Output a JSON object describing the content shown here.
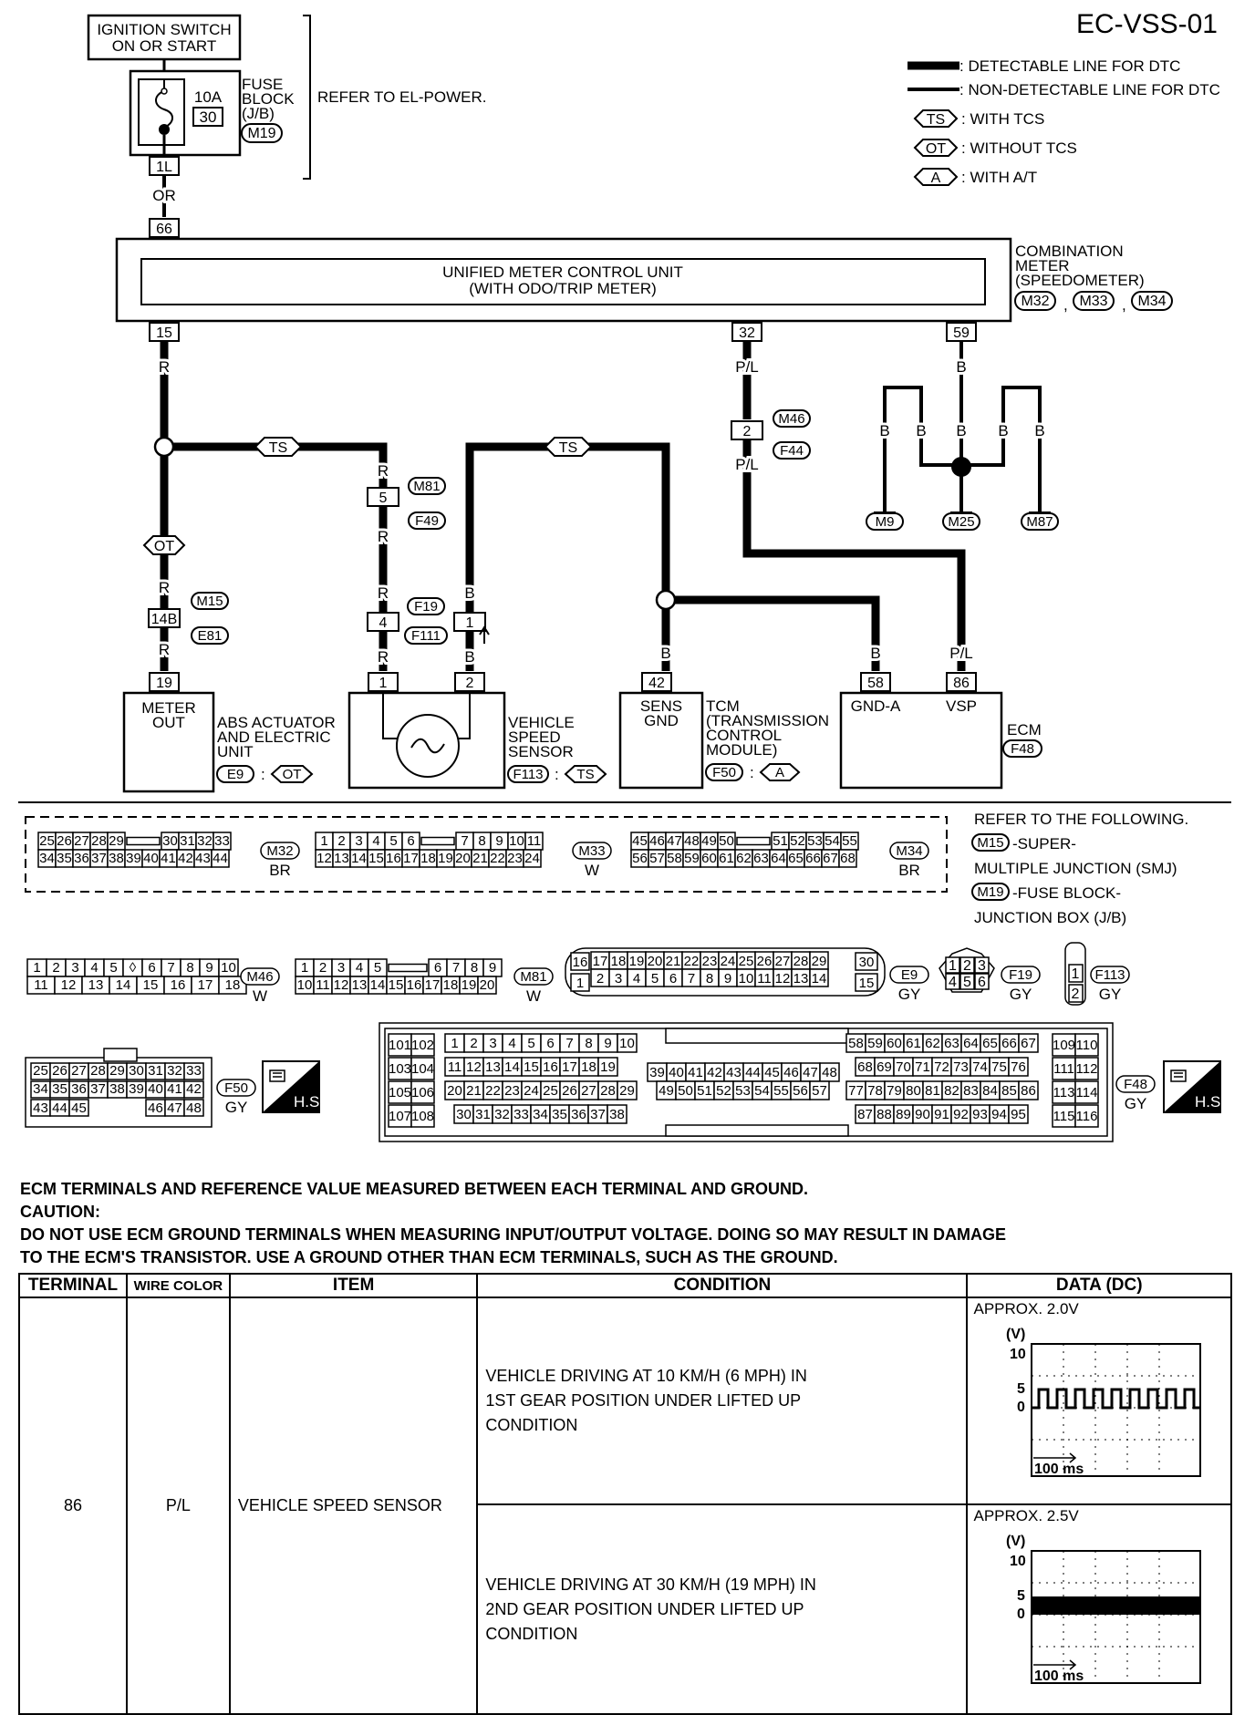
{
  "page_title": "EC-VSS-01",
  "legend": {
    "detectable": ": DETECTABLE LINE FOR DTC",
    "non_detectable": ": NON-DETECTABLE LINE FOR DTC",
    "ts_tag": "TS",
    "ts_text": ": WITH TCS",
    "ot_tag": "OT",
    "ot_text": ": WITHOUT TCS",
    "a_tag": "A",
    "a_text": ": WITH A/T"
  },
  "components": {
    "ign_l1": "IGNITION SWITCH",
    "ign_l2": "ON OR START",
    "fuse_amp": "10A",
    "fuse_no": "30",
    "fuse_l1": "FUSE",
    "fuse_l2": "BLOCK",
    "fuse_l3": "(J/B)",
    "fuse_conn": "M19",
    "fuse_term": "1L",
    "refer_power": "REFER TO EL-POWER.",
    "wire_or": "OR",
    "meter_term_in": "66",
    "meter_l1": "UNIFIED METER CONTROL UNIT",
    "meter_l2": "(WITH ODO/TRIP METER)",
    "cm_l1": "COMBINATION",
    "cm_l2": "METER",
    "cm_l3": "(SPEEDOMETER)",
    "cm_c1": "M32",
    "cm_c2": "M33",
    "cm_c3": "M34",
    "comma": ",",
    "colon": ":",
    "term_15": "15",
    "term_32": "32",
    "term_59": "59",
    "wire_r": "R",
    "wire_pl": "P/L",
    "wire_b": "B",
    "m46": "M46",
    "f44": "F44",
    "pin_2": "2",
    "m81": "M81",
    "f49": "F49",
    "pin_5": "5",
    "gnd_m9": "M9",
    "gnd_m25": "M25",
    "gnd_m87": "M87",
    "m15": "M15",
    "e81": "E81",
    "pin_14b": "14B",
    "pin_19": "19",
    "pin_4": "4",
    "pin_1": "1",
    "f19": "F19",
    "f111": "F111",
    "meter_out_l1": "METER",
    "meter_out_l2": "OUT",
    "abs_l1": "ABS ACTUATOR",
    "abs_l2": "AND ELECTRIC",
    "abs_l3": "UNIT",
    "abs_conn": "E9",
    "vss_l1": "VEHICLE",
    "vss_l2": "SPEED",
    "vss_l3": "SENSOR",
    "vss_conn": "F113",
    "tcm_term": "42",
    "tcm_box_l1": "SENS",
    "tcm_box_l2": "GND",
    "tcm_l1": "TCM",
    "tcm_l2": "(TRANSMISSION",
    "tcm_l3": "CONTROL",
    "tcm_l4": "MODULE)",
    "tcm_conn": "F50",
    "ecm_t1": "58",
    "ecm_t2": "86",
    "ecm_gnd": "GND-A",
    "ecm_vsp": "VSP",
    "ecm_label": "ECM",
    "ecm_conn": "F48"
  },
  "connectors": {
    "refer_l1": "REFER TO THE FOLLOWING.",
    "refer_m15": "M15",
    "refer_l2": "-SUPER-",
    "refer_l3": "MULTIPLE JUNCTION (SMJ)",
    "refer_m19": "M19",
    "refer_l4": "-FUSE BLOCK-",
    "refer_l5": "JUNCTION BOX (J/B)",
    "m32_top": [
      "25",
      "26",
      "27",
      "28",
      "29",
      "",
      "30",
      "31",
      "32",
      "33"
    ],
    "m32_bot": [
      "34",
      "35",
      "36",
      "37",
      "38",
      "39",
      "40",
      "41",
      "42",
      "43",
      "44"
    ],
    "m33_top": [
      "1",
      "2",
      "3",
      "4",
      "5",
      "6",
      "",
      "7",
      "8",
      "9",
      "10",
      "11"
    ],
    "m33_bot": [
      "12",
      "13",
      "14",
      "15",
      "16",
      "17",
      "18",
      "19",
      "20",
      "21",
      "22",
      "23",
      "24"
    ],
    "m34_top": [
      "45",
      "46",
      "47",
      "48",
      "49",
      "50",
      "",
      "51",
      "52",
      "53",
      "54",
      "55"
    ],
    "m34_bot": [
      "56",
      "57",
      "58",
      "59",
      "60",
      "61",
      "62",
      "63",
      "64",
      "65",
      "66",
      "67",
      "68"
    ],
    "m32_id": "M32",
    "m32_color": "BR",
    "m33_id": "M33",
    "m33_color": "W",
    "m34_id": "M34",
    "m34_color": "BR",
    "m46_top": [
      "1",
      "2",
      "3",
      "4",
      "5",
      "◊",
      "6",
      "7",
      "8",
      "9",
      "10"
    ],
    "m46_bot": [
      "11",
      "12",
      "13",
      "14",
      "15",
      "16",
      "17",
      "18"
    ],
    "m46_id": "M46",
    "m46_color": "W",
    "m81_top": [
      "1",
      "2",
      "3",
      "4",
      "5",
      "",
      "6",
      "7",
      "8",
      "9"
    ],
    "m81_bot": [
      "10",
      "11",
      "12",
      "13",
      "14",
      "15",
      "16",
      "17",
      "18",
      "19",
      "20"
    ],
    "m81_id": "M81",
    "m81_color": "W",
    "e9_top": [
      "16",
      "17",
      "18",
      "19",
      "20",
      "21",
      "22",
      "23",
      "24",
      "25",
      "26",
      "27",
      "28",
      "29",
      "30"
    ],
    "e9_bot": [
      "1",
      "2",
      "3",
      "4",
      "5",
      "6",
      "7",
      "8",
      "9",
      "10",
      "11",
      "12",
      "13",
      "14",
      "15"
    ],
    "e9_id": "E9",
    "e9_color": "GY",
    "f19_pins": [
      "1",
      "2",
      "3",
      "4",
      "5",
      "6"
    ],
    "f19_id": "F19",
    "f19_color": "GY",
    "f113_pins": [
      "1",
      "2"
    ],
    "f113_id": "F113",
    "f113_color": "GY",
    "f50_r1": [
      "25",
      "26",
      "27",
      "28",
      "29",
      "30",
      "31",
      "32",
      "33"
    ],
    "f50_r2": [
      "34",
      "35",
      "36",
      "37",
      "38",
      "39",
      "40",
      "41",
      "42"
    ],
    "f50_r3": [
      "43",
      "44",
      "45",
      "",
      "46",
      "47",
      "48"
    ],
    "f50_id": "F50",
    "f50_color": "GY",
    "hs_label": "H.S.",
    "f48_left": [
      "101",
      "102",
      "103",
      "104",
      "105",
      "106",
      "107",
      "108"
    ],
    "f48_a1": [
      "1",
      "2",
      "3",
      "4",
      "5",
      "6",
      "7",
      "8",
      "9",
      "10"
    ],
    "f48_a2": [
      "11",
      "12",
      "13",
      "14",
      "15",
      "16",
      "17",
      "18",
      "19"
    ],
    "f48_a3": [
      "20",
      "21",
      "22",
      "23",
      "24",
      "25",
      "26",
      "27",
      "28",
      "29"
    ],
    "f48_a4": [
      "30",
      "31",
      "32",
      "33",
      "34",
      "35",
      "36",
      "37",
      "38"
    ],
    "f48_b1": [
      "39",
      "40",
      "41",
      "42",
      "43",
      "44",
      "45",
      "46",
      "47",
      "48"
    ],
    "f48_b2": [
      "49",
      "50",
      "51",
      "52",
      "53",
      "54",
      "55",
      "56",
      "57"
    ],
    "f48_c1": [
      "58",
      "59",
      "60",
      "61",
      "62",
      "63",
      "64",
      "65",
      "66",
      "67"
    ],
    "f48_c2": [
      "68",
      "69",
      "70",
      "71",
      "72",
      "73",
      "74",
      "75",
      "76"
    ],
    "f48_c3": [
      "77",
      "78",
      "79",
      "80",
      "81",
      "82",
      "83",
      "84",
      "85",
      "86"
    ],
    "f48_c4": [
      "87",
      "88",
      "89",
      "90",
      "91",
      "92",
      "93",
      "94",
      "95"
    ],
    "f48_right": [
      "109",
      "110",
      "111",
      "112",
      "113",
      "114",
      "115",
      "116"
    ],
    "f48_id": "F48",
    "f48_color": "GY"
  },
  "notes": {
    "line1": "ECM TERMINALS AND REFERENCE VALUE MEASURED BETWEEN EACH TERMINAL AND GROUND.",
    "line2": "CAUTION:",
    "line3": "DO NOT USE ECM GROUND TERMINALS WHEN MEASURING INPUT/OUTPUT VOLTAGE. DOING SO MAY RESULT IN DAMAGE",
    "line4": "TO THE ECM'S TRANSISTOR. USE A GROUND OTHER THAN ECM TERMINALS, SUCH AS THE GROUND."
  },
  "table": {
    "headers": [
      "TERMINAL",
      "WIRE COLOR",
      "ITEM",
      "CONDITION",
      "DATA (DC)"
    ],
    "terminal": "86",
    "wire_color": "P/L",
    "item": "VEHICLE SPEED SENSOR",
    "rows": [
      {
        "condition_l1": "VEHICLE DRIVING AT 10 KM/H (6 MPH) IN",
        "condition_l2": "1ST GEAR POSITION UNDER LIFTED UP",
        "condition_l3": "CONDITION",
        "data": "APPROX. 2.0V",
        "scope_unit": "(V)",
        "scope_10": "10",
        "scope_5": "5",
        "scope_0": "0",
        "scope_time": "100 ms"
      },
      {
        "condition_l1": "VEHICLE DRIVING AT 30 KM/H (19 MPH) IN",
        "condition_l2": "2ND GEAR POSITION UNDER LIFTED UP",
        "condition_l3": "CONDITION",
        "data": "APPROX. 2.5V",
        "scope_unit": "(V)",
        "scope_10": "10",
        "scope_5": "5",
        "scope_0": "0",
        "scope_time": "100 ms"
      }
    ]
  }
}
